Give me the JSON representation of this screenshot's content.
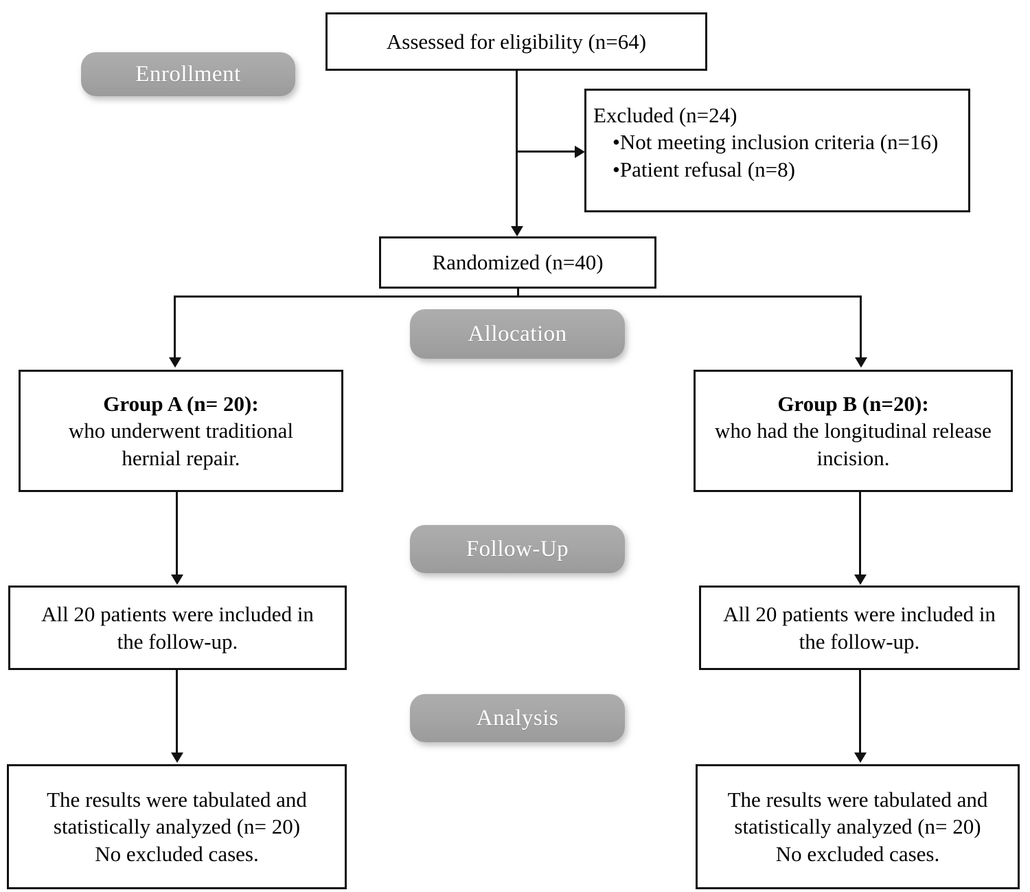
{
  "diagram": {
    "title": "CONSORT participant flow diagram",
    "colors": {
      "box_border": "#111111",
      "box_fill": "#ffffff",
      "pill_fill_top": "#adadad",
      "pill_fill_bottom": "#9b9b9b",
      "pill_text": "#ffffff",
      "connector": "#111111"
    }
  },
  "stages": {
    "enrollment": "Enrollment",
    "allocation": "Allocation",
    "follow_up": "Follow-Up",
    "analysis": "Analysis"
  },
  "nodes": {
    "assessed": {
      "line1": "Assessed for eligibility (n=64)"
    },
    "excluded": {
      "line1": "Excluded (n=24)",
      "bullet1": "•Not meeting inclusion criteria (n=16)",
      "bullet2": "•Patient refusal (n=8)"
    },
    "randomized": {
      "line1": "Randomized (n=40)"
    },
    "group_a": {
      "line1": "Group A (n= 20):",
      "line2": "who underwent traditional",
      "line3": "hernial repair."
    },
    "group_b": {
      "line1": "Group B (n=20):",
      "line2": "who had the longitudinal release",
      "line3": "incision."
    },
    "followup_a": {
      "line1": "All 20 patients were included in",
      "line2": "the follow-up."
    },
    "followup_b": {
      "line1": "All 20 patients were included in",
      "line2": "the follow-up."
    },
    "analysis_a": {
      "line1": "The results were tabulated and",
      "line2": "statistically analyzed (n= 20)",
      "line3": "No excluded cases."
    },
    "analysis_b": {
      "line1": "The results were tabulated and",
      "line2": "statistically analyzed (n= 20)",
      "line3": "No excluded cases."
    }
  }
}
